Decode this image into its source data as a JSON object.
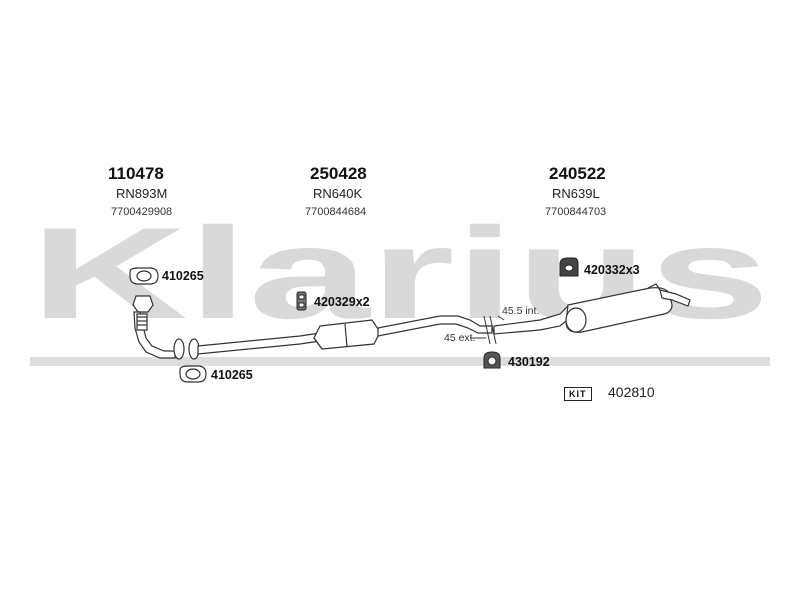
{
  "watermark": {
    "text": "Klarius",
    "color": "#d9d9d9"
  },
  "components": [
    {
      "part_no": "110478",
      "ref": "RN893M",
      "oe": "7700429908"
    },
    {
      "part_no": "250428",
      "ref": "RN640K",
      "oe": "7700844684"
    },
    {
      "part_no": "240522",
      "ref": "RN639L",
      "oe": "7700844703"
    }
  ],
  "accessories": {
    "gasket_top": "410265",
    "gasket_bottom": "410265",
    "hanger_front": "420329x2",
    "hanger_rear": "420332x3",
    "clamp": "430192"
  },
  "dimensions": {
    "internal": "45.5 int.",
    "external": "45 ext."
  },
  "kit": {
    "label": "KIT",
    "number": "402810"
  }
}
